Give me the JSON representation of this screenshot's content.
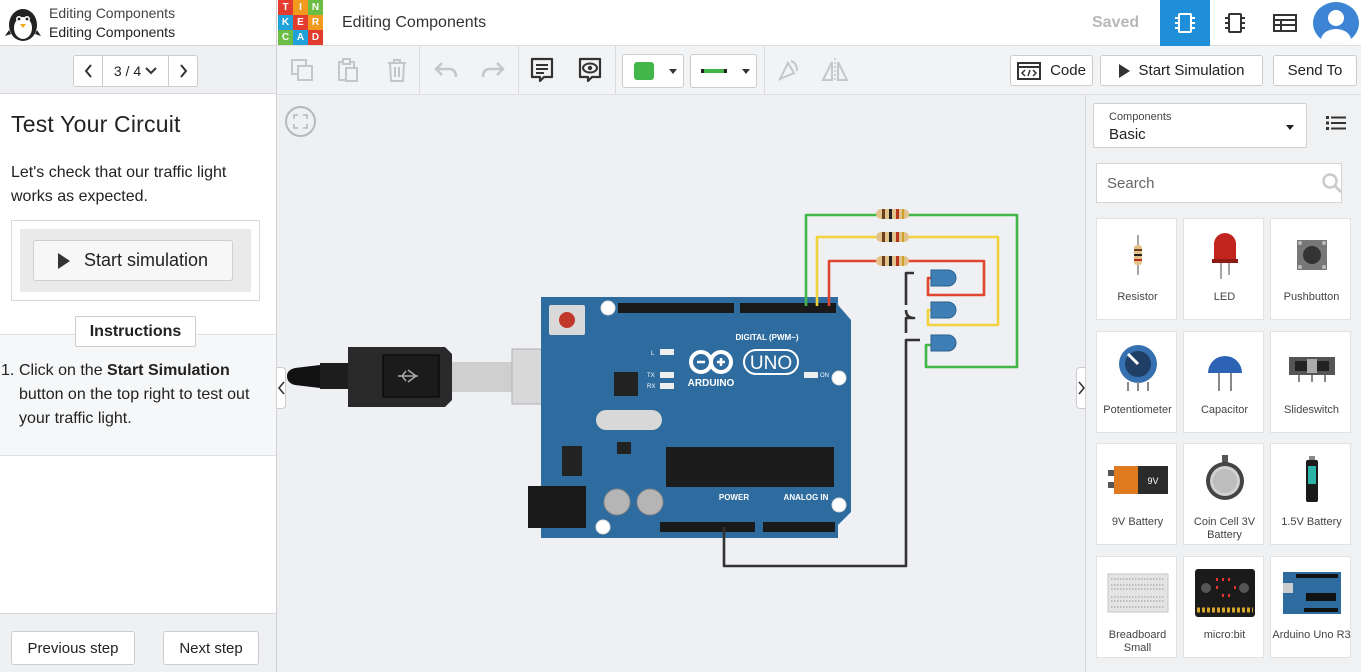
{
  "lesson": {
    "header_line1": "Editing Components",
    "header_line2": "Editing Components",
    "step_indicator": "3 / 4",
    "title": "Test Your Circuit",
    "intro": "Let's check that our traffic light works as expected.",
    "sim_button_label": "Start simulation",
    "instructions_tab": "Instructions",
    "instruction_number": "1.",
    "instruction_pre": "Click on the ",
    "instruction_bold": "Start Simulation",
    "instruction_post": " button on the top right to test out your traffic light.",
    "prev_label": "Previous step",
    "next_label": "Next step"
  },
  "header": {
    "logo_letters": [
      "T",
      "I",
      "N",
      "K",
      "E",
      "R",
      "C",
      "A",
      "D"
    ],
    "logo_colors": [
      "#e33b2e",
      "#f29a1e",
      "#6cbd45",
      "#1fa2d9",
      "#e33b2e",
      "#f29a1e",
      "#6cbd45",
      "#1fa2d9",
      "#e33b2e"
    ],
    "design_title": "Editing Components",
    "saved_label": "Saved"
  },
  "toolbar": {
    "code_label": "Code",
    "start_sim_label": "Start Simulation",
    "send_to_label": "Send To",
    "color_swatch": "#43b649"
  },
  "components_panel": {
    "dropdown_label": "Components",
    "dropdown_value": "Basic",
    "search_placeholder": "Search",
    "items": [
      {
        "label": "Resistor"
      },
      {
        "label": "LED"
      },
      {
        "label": "Pushbutton"
      },
      {
        "label": "Potentiometer"
      },
      {
        "label": "Capacitor"
      },
      {
        "label": "Slideswitch"
      },
      {
        "label": "9V Battery"
      },
      {
        "label": "Coin Cell 3V Battery"
      },
      {
        "label": "1.5V Battery"
      },
      {
        "label": "Breadboard Small"
      },
      {
        "label": "micro:bit"
      },
      {
        "label": "Arduino Uno R3"
      }
    ]
  },
  "board": {
    "brand": "ARDUINO",
    "model": "UNO",
    "digital_label": "DIGITAL (PWM~)",
    "power_label": "POWER",
    "analog_label": "ANALOG IN",
    "on_label": "ON",
    "led_l": "L",
    "led_tx": "TX",
    "led_rx": "RX"
  },
  "colors": {
    "accent_blue": "#1f8fd9",
    "board_blue": "#2e6b9e",
    "wire_green": "#43b649",
    "wire_yellow": "#f2d23a",
    "wire_red": "#e0452f",
    "wire_black": "#333333"
  }
}
